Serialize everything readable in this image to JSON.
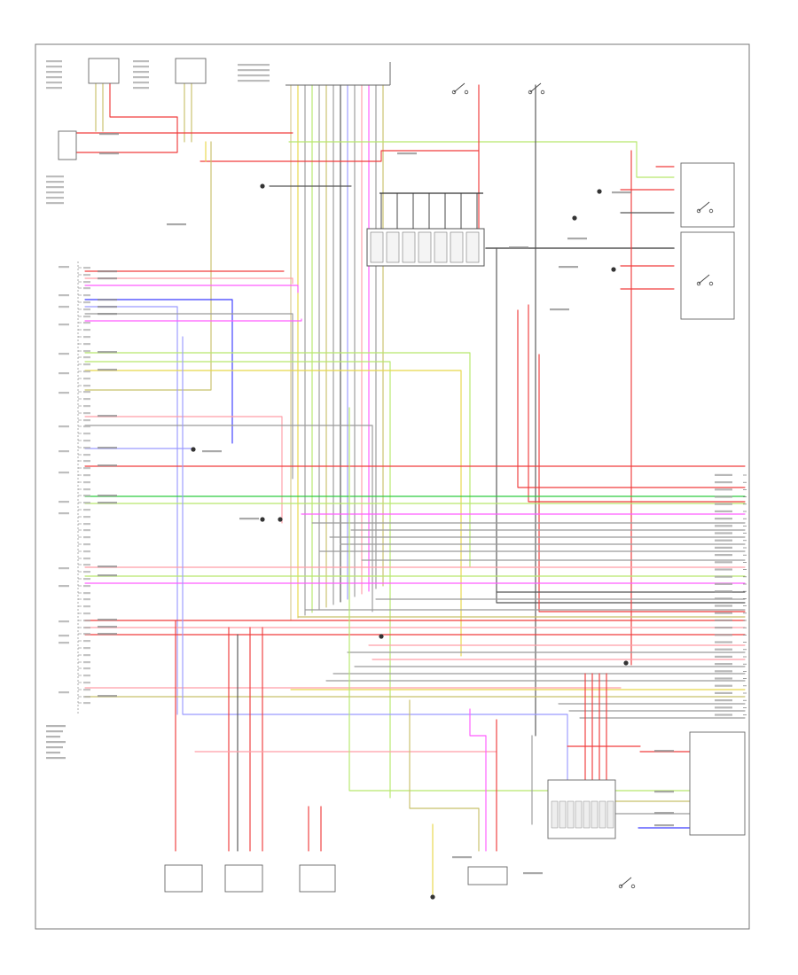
{
  "colors": {
    "red": "#f03c3c",
    "pink": "#ff9ea8",
    "green": "#2ecc40",
    "lightgreen": "#b6e86c",
    "yellow": "#e8d84a",
    "olive": "#c8c06a",
    "blue": "#3c3cff",
    "lightblue": "#9a9aff",
    "magenta": "#ff5cff",
    "gray": "#9a9a9a",
    "darkgray": "#555555",
    "tan": "#d8c890",
    "black": "#222222"
  },
  "icons": [
    "ground-symbol",
    "connector-symbol",
    "switch-symbol",
    "relay-symbol"
  ]
}
